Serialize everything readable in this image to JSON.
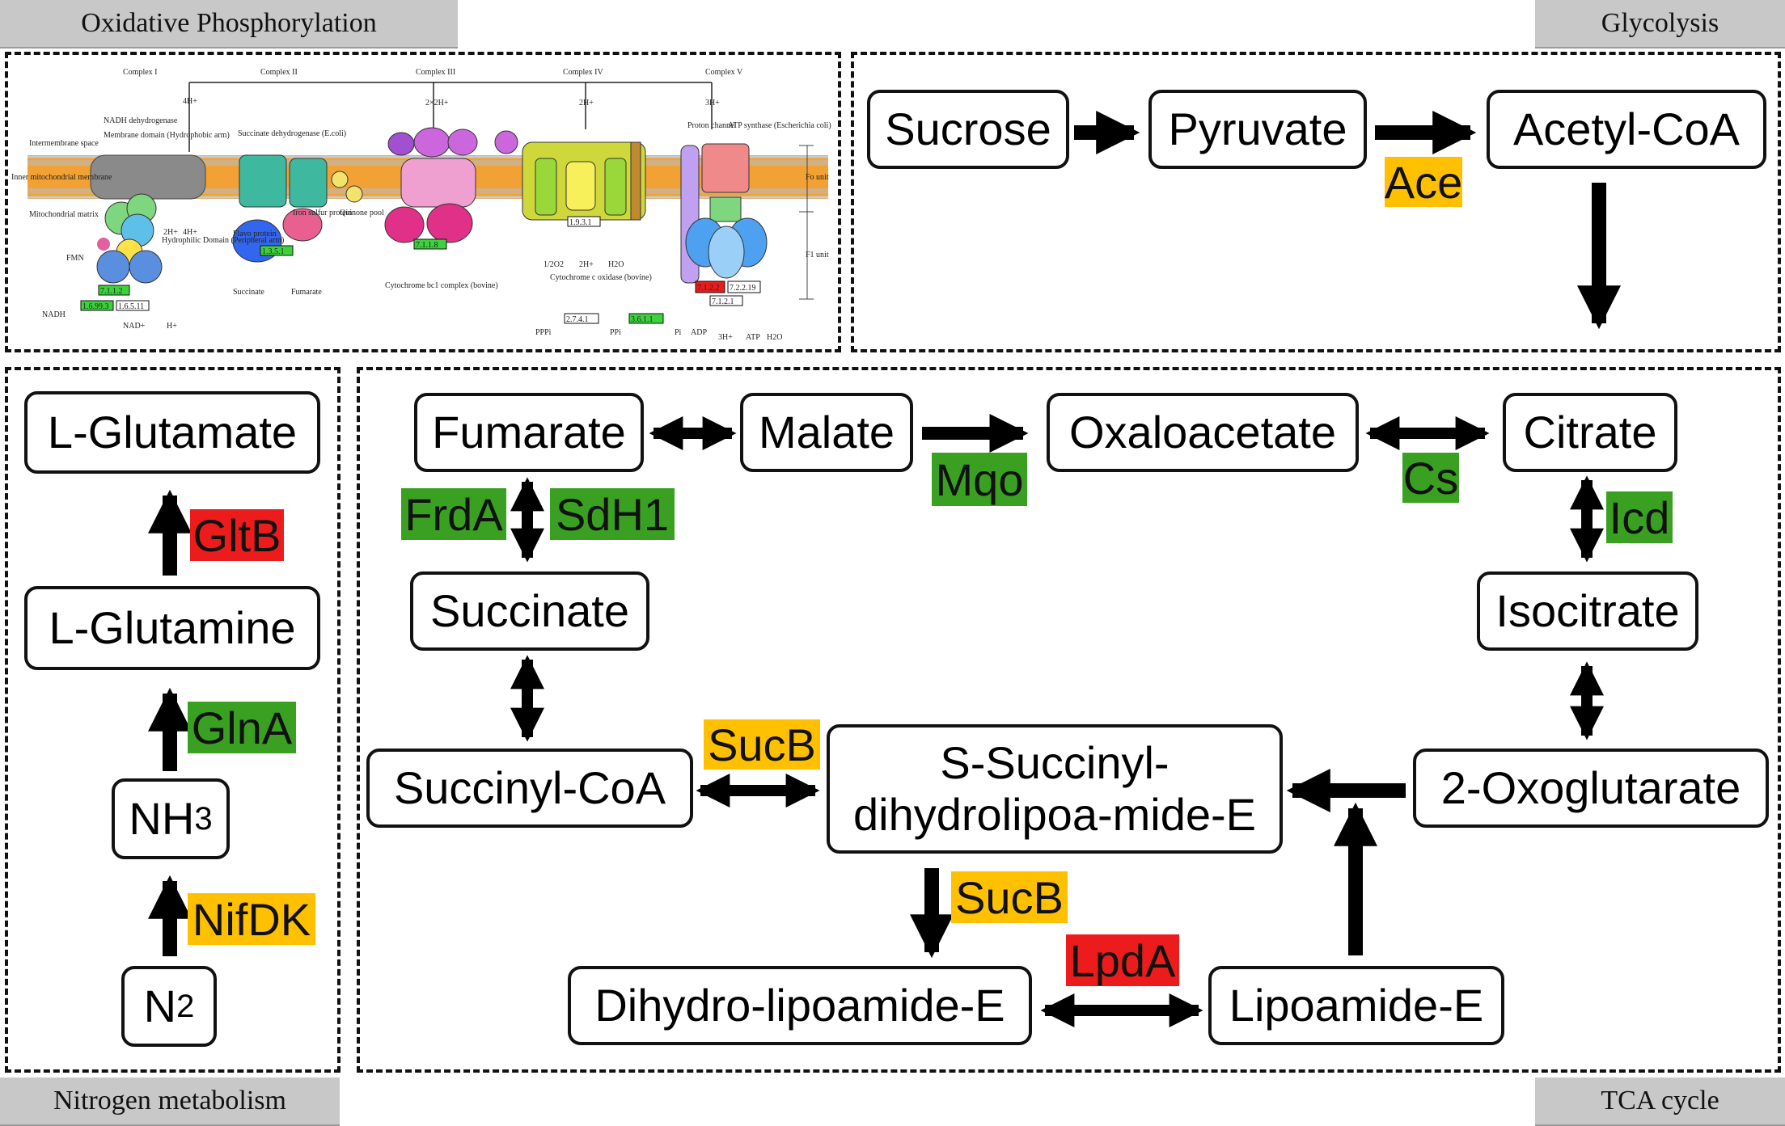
{
  "panels": {
    "oxphos": "Oxidative Phosphorylation",
    "glycolysis": "Glycolysis",
    "nitrogen": "Nitrogen metabolism",
    "tca": "TCA cycle"
  },
  "oxphos_map": {
    "complexes": [
      "Complex I",
      "Complex II",
      "Complex III",
      "Complex IV",
      "Complex V"
    ],
    "proton_labels": [
      "4H+",
      "2×2H+",
      "2H+",
      "3H+"
    ],
    "region_labels": [
      "Intermembrane space",
      "Inner mitochondrial membrane",
      "Mitochondrial matrix",
      "Fo unit",
      "F1 unit"
    ],
    "captions": [
      "NADH dehydrogenase",
      "Succinate dehydrogenase (E.coli)",
      "Cytochrome bc1 complex (bovine)",
      "Cytochrome c oxidase (bovine)",
      "Proton channel",
      "ATP synthase (Escherichia coli)",
      "Membrane domain (Hydrophobic arm)",
      "Hydrophilic Domain (Peripheral arm)",
      "Flavo protein",
      "Iron sulfur protein",
      "Quinone pool"
    ],
    "small_labels": [
      "NADH",
      "NAD+",
      "H+",
      "FMN",
      "Succinate",
      "Fumarate",
      "1/2O2",
      "2H+",
      "H2O",
      "PPPi",
      "PPi",
      "Pi",
      "ADP",
      "3H+",
      "ATP",
      "H2O",
      "2H+",
      "4H+"
    ],
    "ec_green": [
      "1.6.99.3",
      "7.1.1.2",
      "1.3.5.1",
      "7.1.1.8",
      "3.6.1.1"
    ],
    "ec_white": [
      "1.6.5.11",
      "1.9.3.1",
      "2.7.4.1",
      "7.2.2.19",
      "7.1.2.1"
    ],
    "ec_red": [
      "7.1.2.2"
    ]
  },
  "glycolysis": {
    "nodes": [
      "Sucrose",
      "Pyruvate",
      "Acetyl-CoA"
    ],
    "enzymes": [
      {
        "label": "Ace",
        "color": "yellow"
      }
    ]
  },
  "nitrogen": {
    "nodes": {
      "glutamate": "L-Glutamate",
      "glutamine": "L-Glutamine",
      "nh3_base": "NH",
      "nh3_sub": "3",
      "n2_base": "N",
      "n2_sub": "2"
    },
    "enzymes": {
      "gltb": {
        "label": "GltB",
        "color": "red"
      },
      "glna": {
        "label": "GlnA",
        "color": "green"
      },
      "nifdk": {
        "label": "NifDK",
        "color": "yellow"
      }
    }
  },
  "tca": {
    "nodes": {
      "fumarate": "Fumarate",
      "malate": "Malate",
      "oxaloacetate": "Oxaloacetate",
      "citrate": "Citrate",
      "succinate": "Succinate",
      "isocitrate": "Isocitrate",
      "succinylcoa": "Succinyl-CoA",
      "ssuccinyl_1": "S-Succinyl-",
      "ssuccinyl_2": "dihydrolipoa-mide-E",
      "oxoglutarate": "2-Oxoglutarate",
      "dihydrolipoamide": "Dihydro-lipoamide-E",
      "lipoamide": "Lipoamide-E"
    },
    "enzymes": {
      "frda": {
        "label": "FrdA",
        "color": "green"
      },
      "sdh1": {
        "label": "SdH1",
        "color": "green"
      },
      "mqo": {
        "label": "Mqo",
        "color": "green"
      },
      "cs": {
        "label": "Cs",
        "color": "green"
      },
      "icd": {
        "label": "Icd",
        "color": "green"
      },
      "sucb1": {
        "label": "SucB",
        "color": "yellow"
      },
      "sucb2": {
        "label": "SucB",
        "color": "yellow"
      },
      "lpda": {
        "label": "LpdA",
        "color": "red"
      }
    }
  },
  "colors": {
    "green": "#3aa021",
    "yellow": "#ffc000",
    "red": "#ec1c1c",
    "black": "#000000",
    "label_bg": "#c8c8c8"
  }
}
